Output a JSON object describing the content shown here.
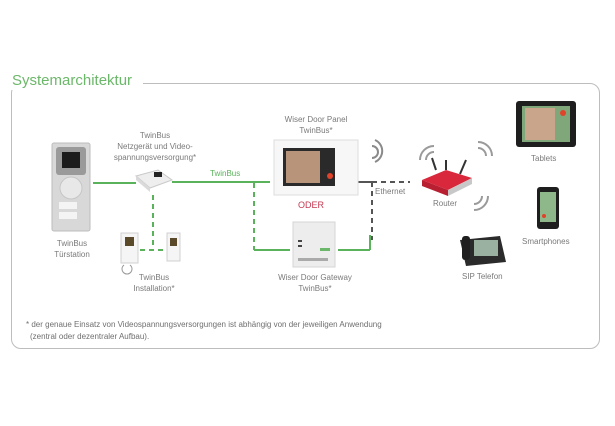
{
  "title": "Systemarchitektur",
  "labels": {
    "turstation": [
      "TwinBus",
      "Türstation"
    ],
    "netzgeraet": [
      "TwinBus",
      "Netzgerät und Video-",
      "spannungsversorgung*"
    ],
    "twinbus_line": "TwinBus",
    "installation": [
      "TwinBus",
      "Installation*"
    ],
    "door_panel": [
      "Wiser Door Panel",
      "TwinBus*"
    ],
    "oder": "ODER",
    "gateway": [
      "Wiser Door Gateway",
      "TwinBus*"
    ],
    "ethernet": "Ethernet",
    "router": "Router",
    "sip": "SIP Telefon",
    "tablets": "Tablets",
    "smartphones": "Smartphones"
  },
  "footnote": [
    "* der genaue Einsatz von Videospannungsversorgungen ist abhängig von der jeweiligen Anwendung",
    "(zentral oder dezentraler Aufbau)."
  ],
  "colors": {
    "twinbus": "#5ab35a",
    "ethernet": "#555555",
    "oder": "#c43a52",
    "router": "#d9283c"
  }
}
